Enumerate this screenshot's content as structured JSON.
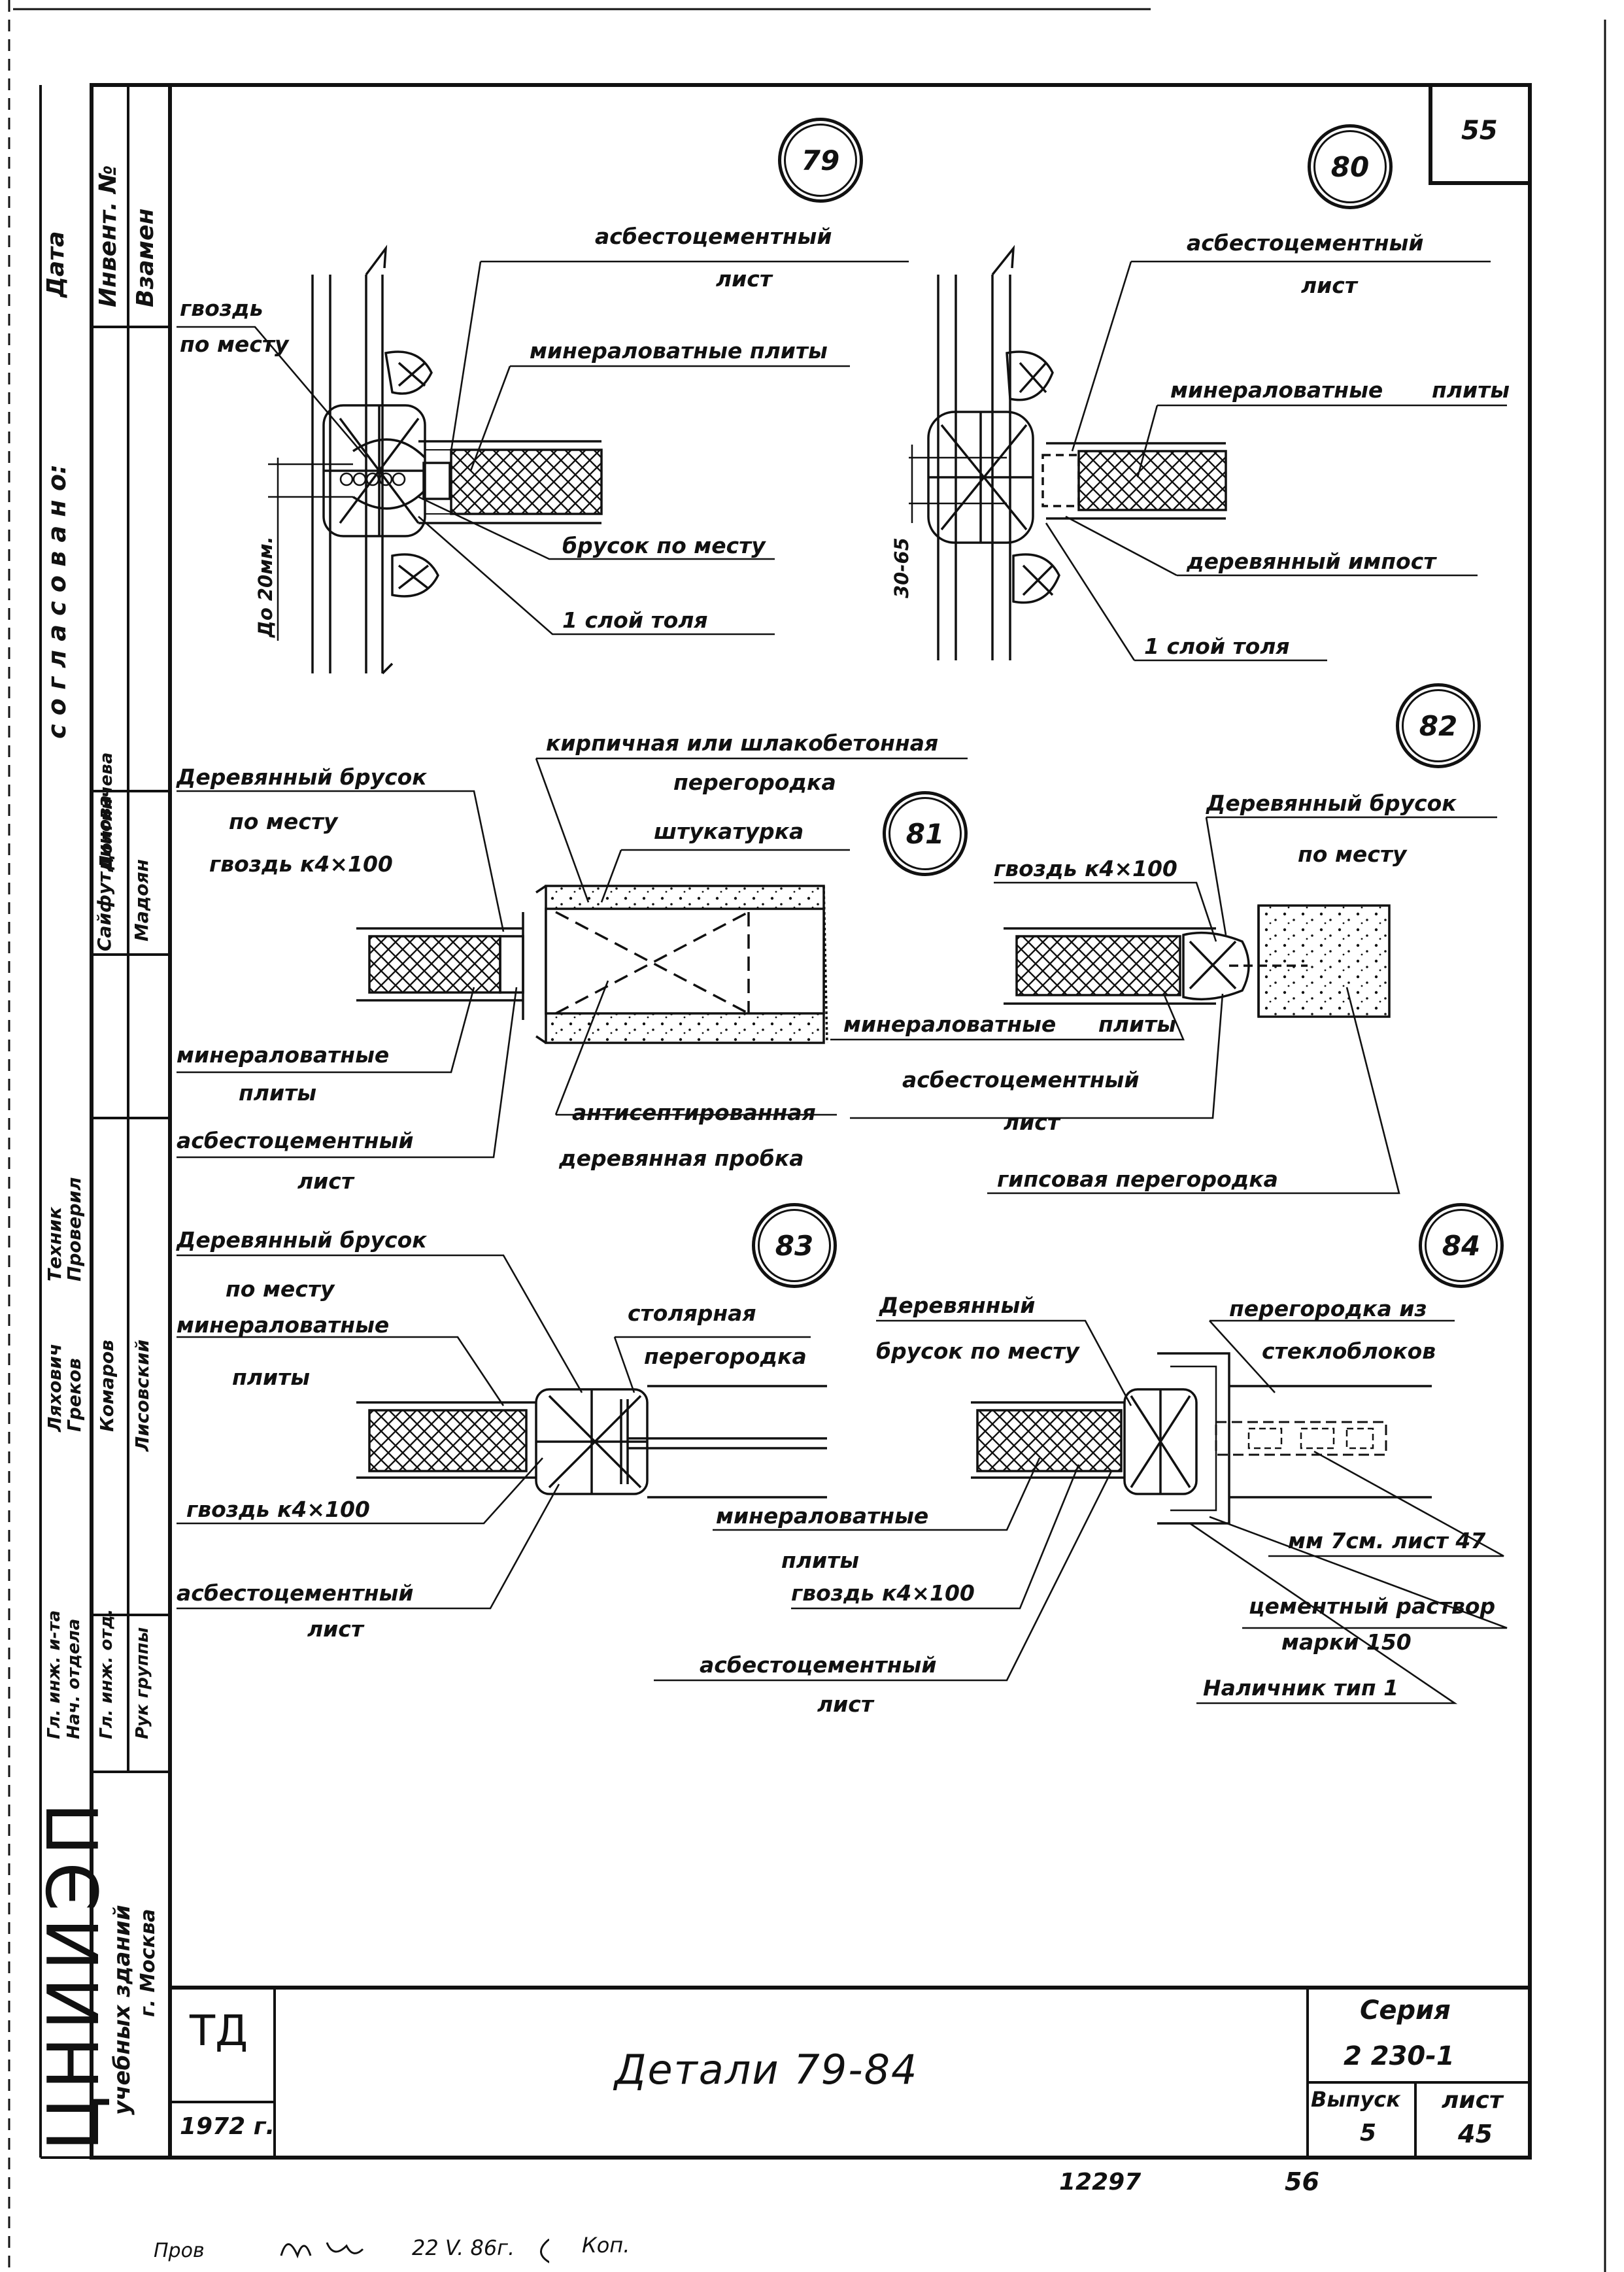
{
  "page": {
    "sheet_number": "55",
    "footer_sheet_number": "56",
    "footer_code": "12297",
    "footer_handwritten": [
      "Пров",
      "22 V. 86г.",
      "Коп."
    ]
  },
  "stamp": {
    "top_cells": [
      "Дата",
      "Инвент. №",
      "Взамен"
    ],
    "agreed": "с о г л а с о в а н о:",
    "signatures": [
      "Сайфутдинова",
      "Мадоян",
      "Долгинчева"
    ],
    "roles_a": [
      "Техник",
      "Проверил"
    ],
    "names_a": [
      "Ляхович",
      "Греков",
      "Комаров",
      "Лисовский"
    ],
    "roles_b": [
      "Гл. инж. и-та",
      "Нач. отдела",
      "Гл. инж. отд.",
      "Рук группы"
    ],
    "institute_logo": "ЦНИИЭП",
    "institute_line1": "учебных зданий",
    "institute_line2": "г. Москва",
    "td_mark": "ТД",
    "year": "1972 г.",
    "title": "Детали 79-84",
    "series_label": "Серия",
    "series_value": "2 230-1",
    "issue_label": "Выпуск",
    "issue_value": "5",
    "sheet_label": "лист",
    "sheet_value": "45"
  },
  "details": {
    "d79": {
      "number": "79",
      "labels": {
        "asbestos": "асбестоцементный",
        "sheet": "лист",
        "nail": "гвоздь",
        "in_place": "по месту",
        "mineral": "минераловатные плиты",
        "bar": "брусок по месту",
        "roofing": "1 слой толя",
        "dim": "До 20мм."
      }
    },
    "d80": {
      "number": "80",
      "labels": {
        "asbestos": "асбестоцементный",
        "sheet": "лист",
        "mineral_a": "минераловатные",
        "mineral_b": "плиты",
        "impost": "деревянный импост",
        "roofing": "1 слой толя",
        "dim": "30-65"
      }
    },
    "d81": {
      "number": "81",
      "labels": {
        "brick_a": "кирпичная или шлакобетонная",
        "brick_b": "перегородка",
        "plaster": "штукатурка",
        "bar": "Деревянный брусок",
        "in_place": "по месту",
        "nail": "гвоздь к4×100",
        "mineral_a": "минераловатные",
        "mineral_b": "плиты",
        "asbestos": "асбестоцементный",
        "sheet": "лист",
        "plug_a": "антисептированная",
        "plug_b": "деревянная пробка"
      }
    },
    "d82": {
      "number": "82",
      "labels": {
        "bar": "Деревянный брусок",
        "in_place": "по месту",
        "nail": "гвоздь к4×100",
        "mineral_a": "минераловатные",
        "mineral_b": "плиты",
        "asbestos": "асбестоцементный",
        "sheet": "лист",
        "gypsum": "гипсовая перегородка"
      }
    },
    "d83": {
      "number": "83",
      "labels": {
        "bar": "Деревянный брусок",
        "in_place": "по месту",
        "mineral_a": "минераловатные",
        "mineral_b": "плиты",
        "joinery_a": "столярная",
        "joinery_b": "перегородка",
        "nail": "гвоздь к4×100",
        "asbestos": "асбестоцементный",
        "sheet": "лист"
      }
    },
    "d84": {
      "number": "84",
      "labels": {
        "bar_a": "Деревянный",
        "bar_b": "брусок по месту",
        "glass_a": "перегородка из",
        "glass_b": "стеклоблоков",
        "mineral_a": "минераловатные",
        "mineral_b": "плиты",
        "nail": "гвоздь к4×100",
        "ref": "мм 7см. лист 47",
        "mortar_a": "цементный раствор",
        "mortar_b": "марки 150",
        "asbestos": "асбестоцементный",
        "sheet": "лист",
        "casing": "Наличник тип 1"
      }
    }
  }
}
